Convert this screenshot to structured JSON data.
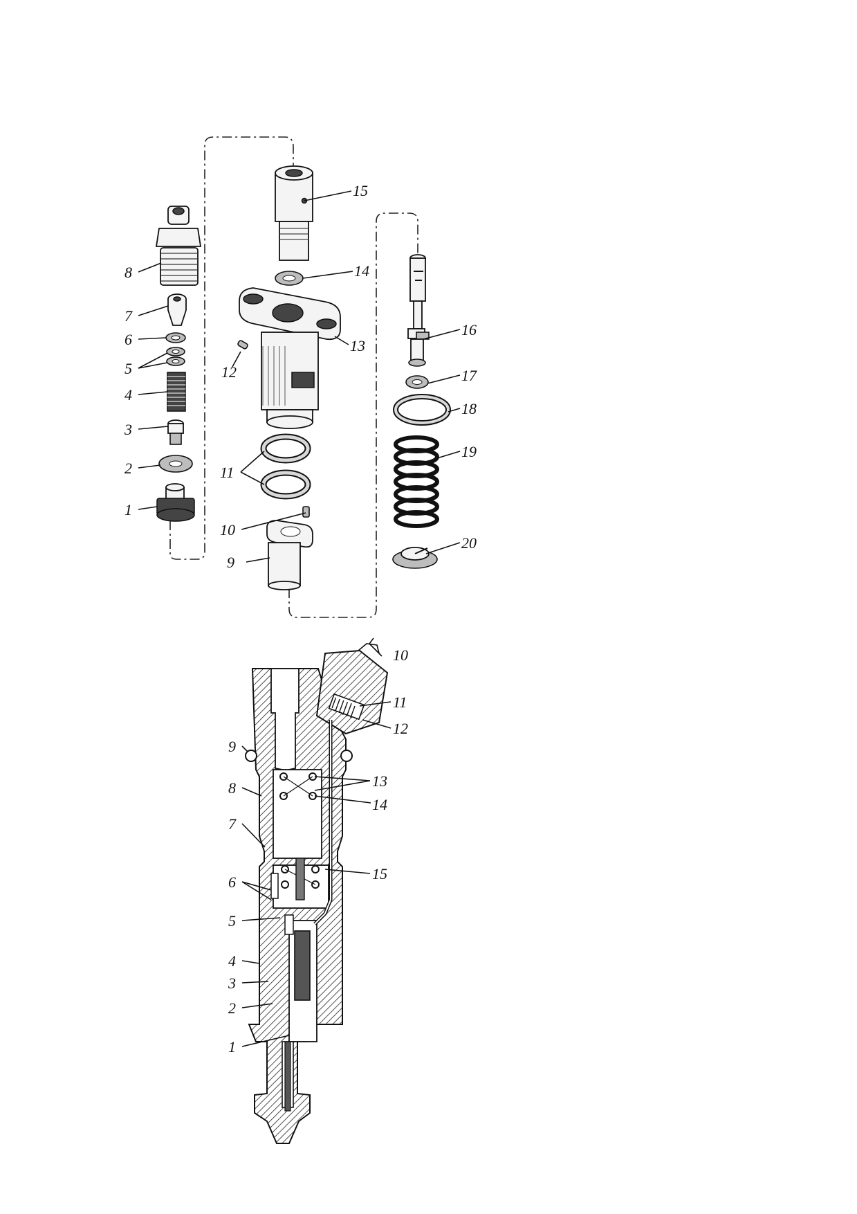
{
  "exploded_view": {
    "labels": [
      "1",
      "2",
      "3",
      "4",
      "5",
      "6",
      "7",
      "8",
      "9",
      "10",
      "11",
      "12",
      "13",
      "14",
      "15",
      "16",
      "17",
      "18",
      "19",
      "20"
    ]
  },
  "section_view": {
    "labels": [
      "1",
      "2",
      "3",
      "4",
      "5",
      "6",
      "7",
      "8",
      "9",
      "10",
      "11",
      "12",
      "13",
      "14",
      "15"
    ]
  }
}
